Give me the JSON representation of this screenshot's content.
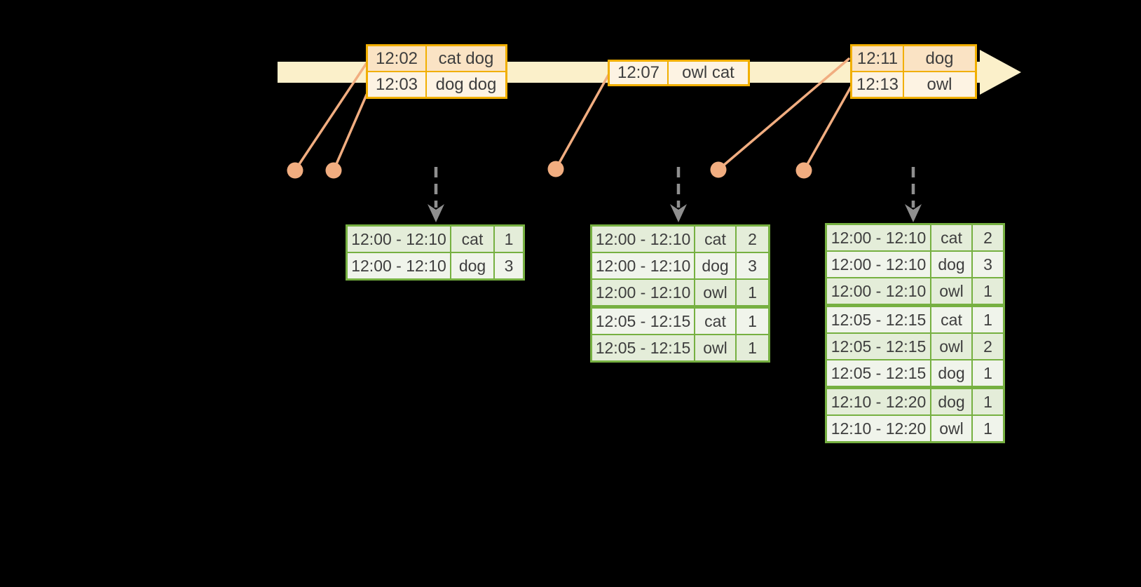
{
  "colors": {
    "background": "#000000",
    "timeline_fill": "#FBF0CA",
    "event_border": "#F1AF00",
    "event_row_dark": "#FAE3C4",
    "event_row_light": "#FDF3E3",
    "marker": "#F1AD80",
    "result_border": "#76B041",
    "result_row_dark": "#E4EDD9",
    "result_row_light": "#F0F4EB",
    "trigger_arrow": "#8F8F8F",
    "text": "#3E3E3E"
  },
  "icons": {
    "timeline_arrow": "right-pointing-timeline-arrow",
    "event_marker": "salmon-dot-marker",
    "trigger_arrow": "gray-dashed-down-arrow"
  },
  "timeline": {
    "event_tables": [
      {
        "rows": [
          {
            "time": "12:02",
            "words": "cat dog"
          },
          {
            "time": "12:03",
            "words": "dog dog"
          }
        ]
      },
      {
        "rows": [
          {
            "time": "12:07",
            "words": "owl cat"
          }
        ]
      },
      {
        "rows": [
          {
            "time": "12:11",
            "words": "dog"
          },
          {
            "time": "12:13",
            "words": "owl"
          }
        ]
      }
    ]
  },
  "result_tables": [
    {
      "groups": [
        [
          {
            "window": "12:00 - 12:10",
            "word": "cat",
            "count": "1"
          },
          {
            "window": "12:00 - 12:10",
            "word": "dog",
            "count": "3"
          }
        ]
      ]
    },
    {
      "groups": [
        [
          {
            "window": "12:00 - 12:10",
            "word": "cat",
            "count": "2"
          },
          {
            "window": "12:00 - 12:10",
            "word": "dog",
            "count": "3"
          },
          {
            "window": "12:00 - 12:10",
            "word": "owl",
            "count": "1"
          }
        ],
        [
          {
            "window": "12:05 - 12:15",
            "word": "cat",
            "count": "1"
          },
          {
            "window": "12:05 - 12:15",
            "word": "owl",
            "count": "1"
          }
        ]
      ]
    },
    {
      "groups": [
        [
          {
            "window": "12:00 - 12:10",
            "word": "cat",
            "count": "2"
          },
          {
            "window": "12:00 - 12:10",
            "word": "dog",
            "count": "3"
          },
          {
            "window": "12:00 - 12:10",
            "word": "owl",
            "count": "1"
          }
        ],
        [
          {
            "window": "12:05 - 12:15",
            "word": "cat",
            "count": "1"
          },
          {
            "window": "12:05 - 12:15",
            "word": "owl",
            "count": "2"
          },
          {
            "window": "12:05 - 12:15",
            "word": "dog",
            "count": "1"
          }
        ],
        [
          {
            "window": "12:10 - 12:20",
            "word": "dog",
            "count": "1"
          },
          {
            "window": "12:10 - 12:20",
            "word": "owl",
            "count": "1"
          }
        ]
      ]
    }
  ]
}
